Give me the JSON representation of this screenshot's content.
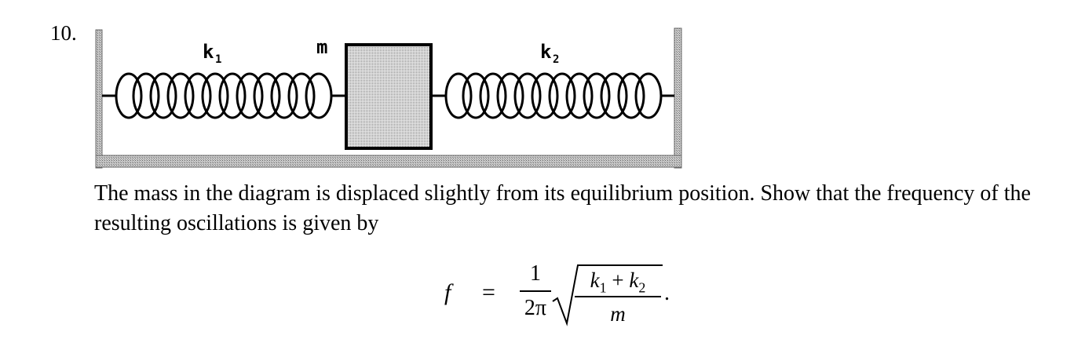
{
  "question": {
    "number": "10."
  },
  "diagram": {
    "labels": {
      "k1": "k",
      "k1_sub": "1",
      "mass": "m",
      "k2": "k",
      "k2_sub": "2"
    },
    "colors": {
      "ink": "#000000",
      "wall_fill": "#9a9a9a",
      "mass_fill": "#b8b8b8"
    }
  },
  "problem": {
    "text": "The mass in the diagram is displaced slightly from its equilibrium position. Show that the frequency of the resulting oscillations is given by"
  },
  "formula": {
    "lhs": "f",
    "equals": "=",
    "coef_num": "1",
    "coef_den": "2π",
    "rad_num_a": "k",
    "rad_num_a_sub": "1",
    "rad_num_op": " + ",
    "rad_num_b": "k",
    "rad_num_b_sub": "2",
    "rad_den": "m",
    "end": "."
  }
}
